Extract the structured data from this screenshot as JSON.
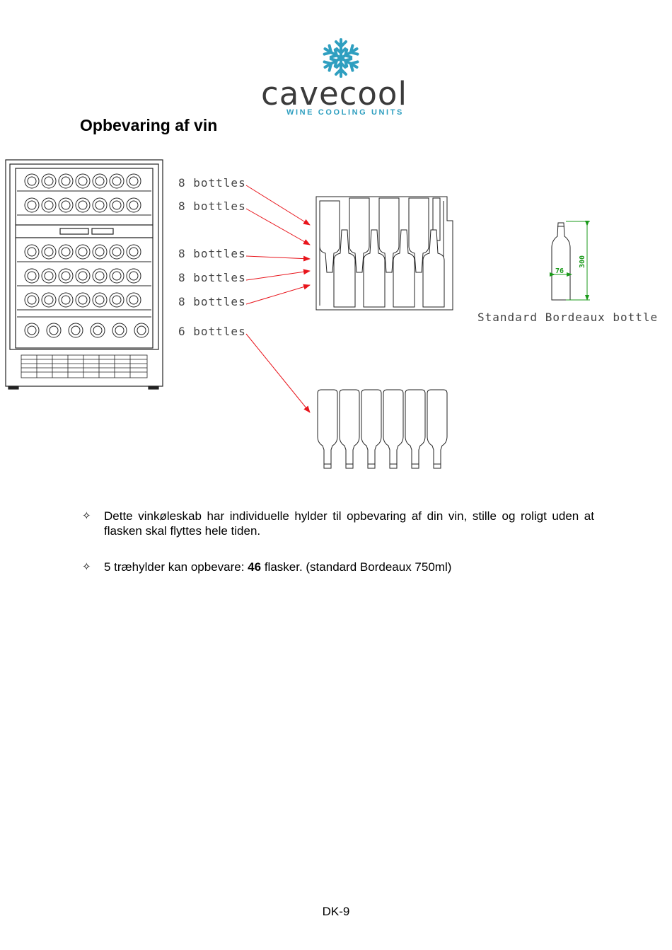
{
  "logo": {
    "wordmark": "cavecool",
    "tagline": "WINE COOLING UNITS",
    "colors": {
      "wordmark": "#3b3b3b",
      "snowflake": "#2f9fc0"
    }
  },
  "title": "Opbevaring af vin",
  "diagram": {
    "shelf_labels": [
      "8 bottles",
      "8 bottles",
      "8 bottles",
      "8 bottles",
      "8 bottles",
      "6 bottles"
    ],
    "bottle_caption": "Standard Bordeaux bottle",
    "width_dimension": "76",
    "height_dimension": "300",
    "arrow_color": "#e8141b",
    "dimension_color": "#1a9a1a"
  },
  "bullets": [
    {
      "marker": "✧",
      "text": "Dette vinkøleskab har individuelle hylder til opbevaring af din vin, stille og roligt uden at flasken skal flyttes hele tiden."
    },
    {
      "marker": "✧",
      "text_before": "5 træhylder kan opbevare: ",
      "bold_value": "46",
      "text_after": " flasker. (standard Bordeaux 750ml)"
    }
  ],
  "footer": "DK-9"
}
